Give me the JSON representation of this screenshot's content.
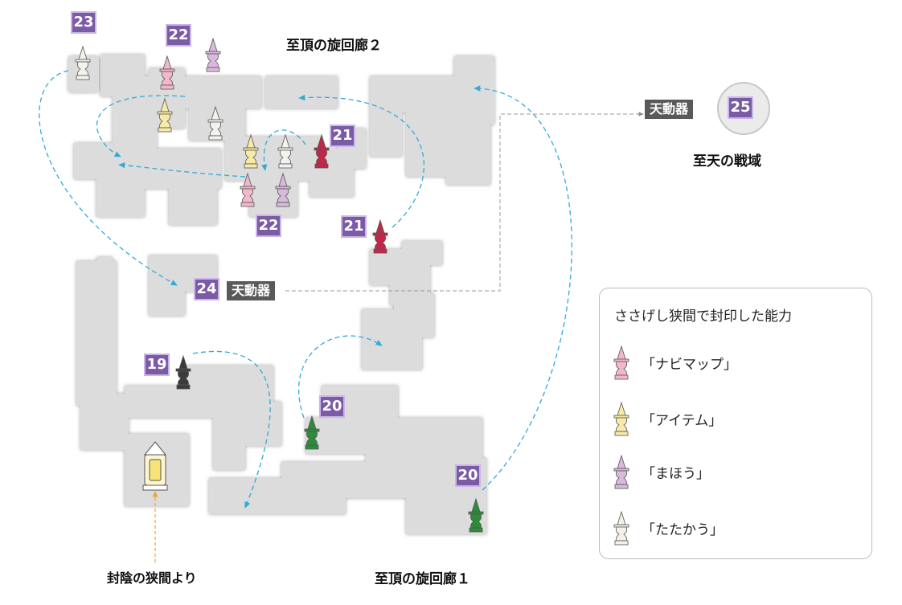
{
  "title_2f": "至頂の旋回廊２",
  "title_1f": "至頂の旋回廊１",
  "area_title": "至天の戦域",
  "entrance": "封陰の狭間より",
  "device_label": "天動器",
  "badges": {
    "b19": "19",
    "b20a": "20",
    "b20b": "20",
    "b21a": "21",
    "b21b": "21",
    "b22a": "22",
    "b22b": "22",
    "b23": "23",
    "b24": "24",
    "b25": "25"
  },
  "legend": {
    "title": "ささげし狭間で封印した能力",
    "items": [
      {
        "label": "「ナビマップ」",
        "color": "#f3b7cc",
        "icon": "crystal-pink-icon"
      },
      {
        "label": "「アイテム」",
        "color": "#f7eaa6",
        "icon": "crystal-yellow-icon"
      },
      {
        "label": "「まほう」",
        "color": "#d9b9dc",
        "icon": "crystal-purple-icon"
      },
      {
        "label": "「たたかう」",
        "color": "#f3f0ea",
        "icon": "crystal-white-icon"
      }
    ]
  },
  "colors": {
    "floor": "#dcdcdc",
    "route": "#33a9d8",
    "link": "#9a9a9a",
    "entrance_arrow": "#f0a030",
    "badge": "#7b5aa6"
  }
}
